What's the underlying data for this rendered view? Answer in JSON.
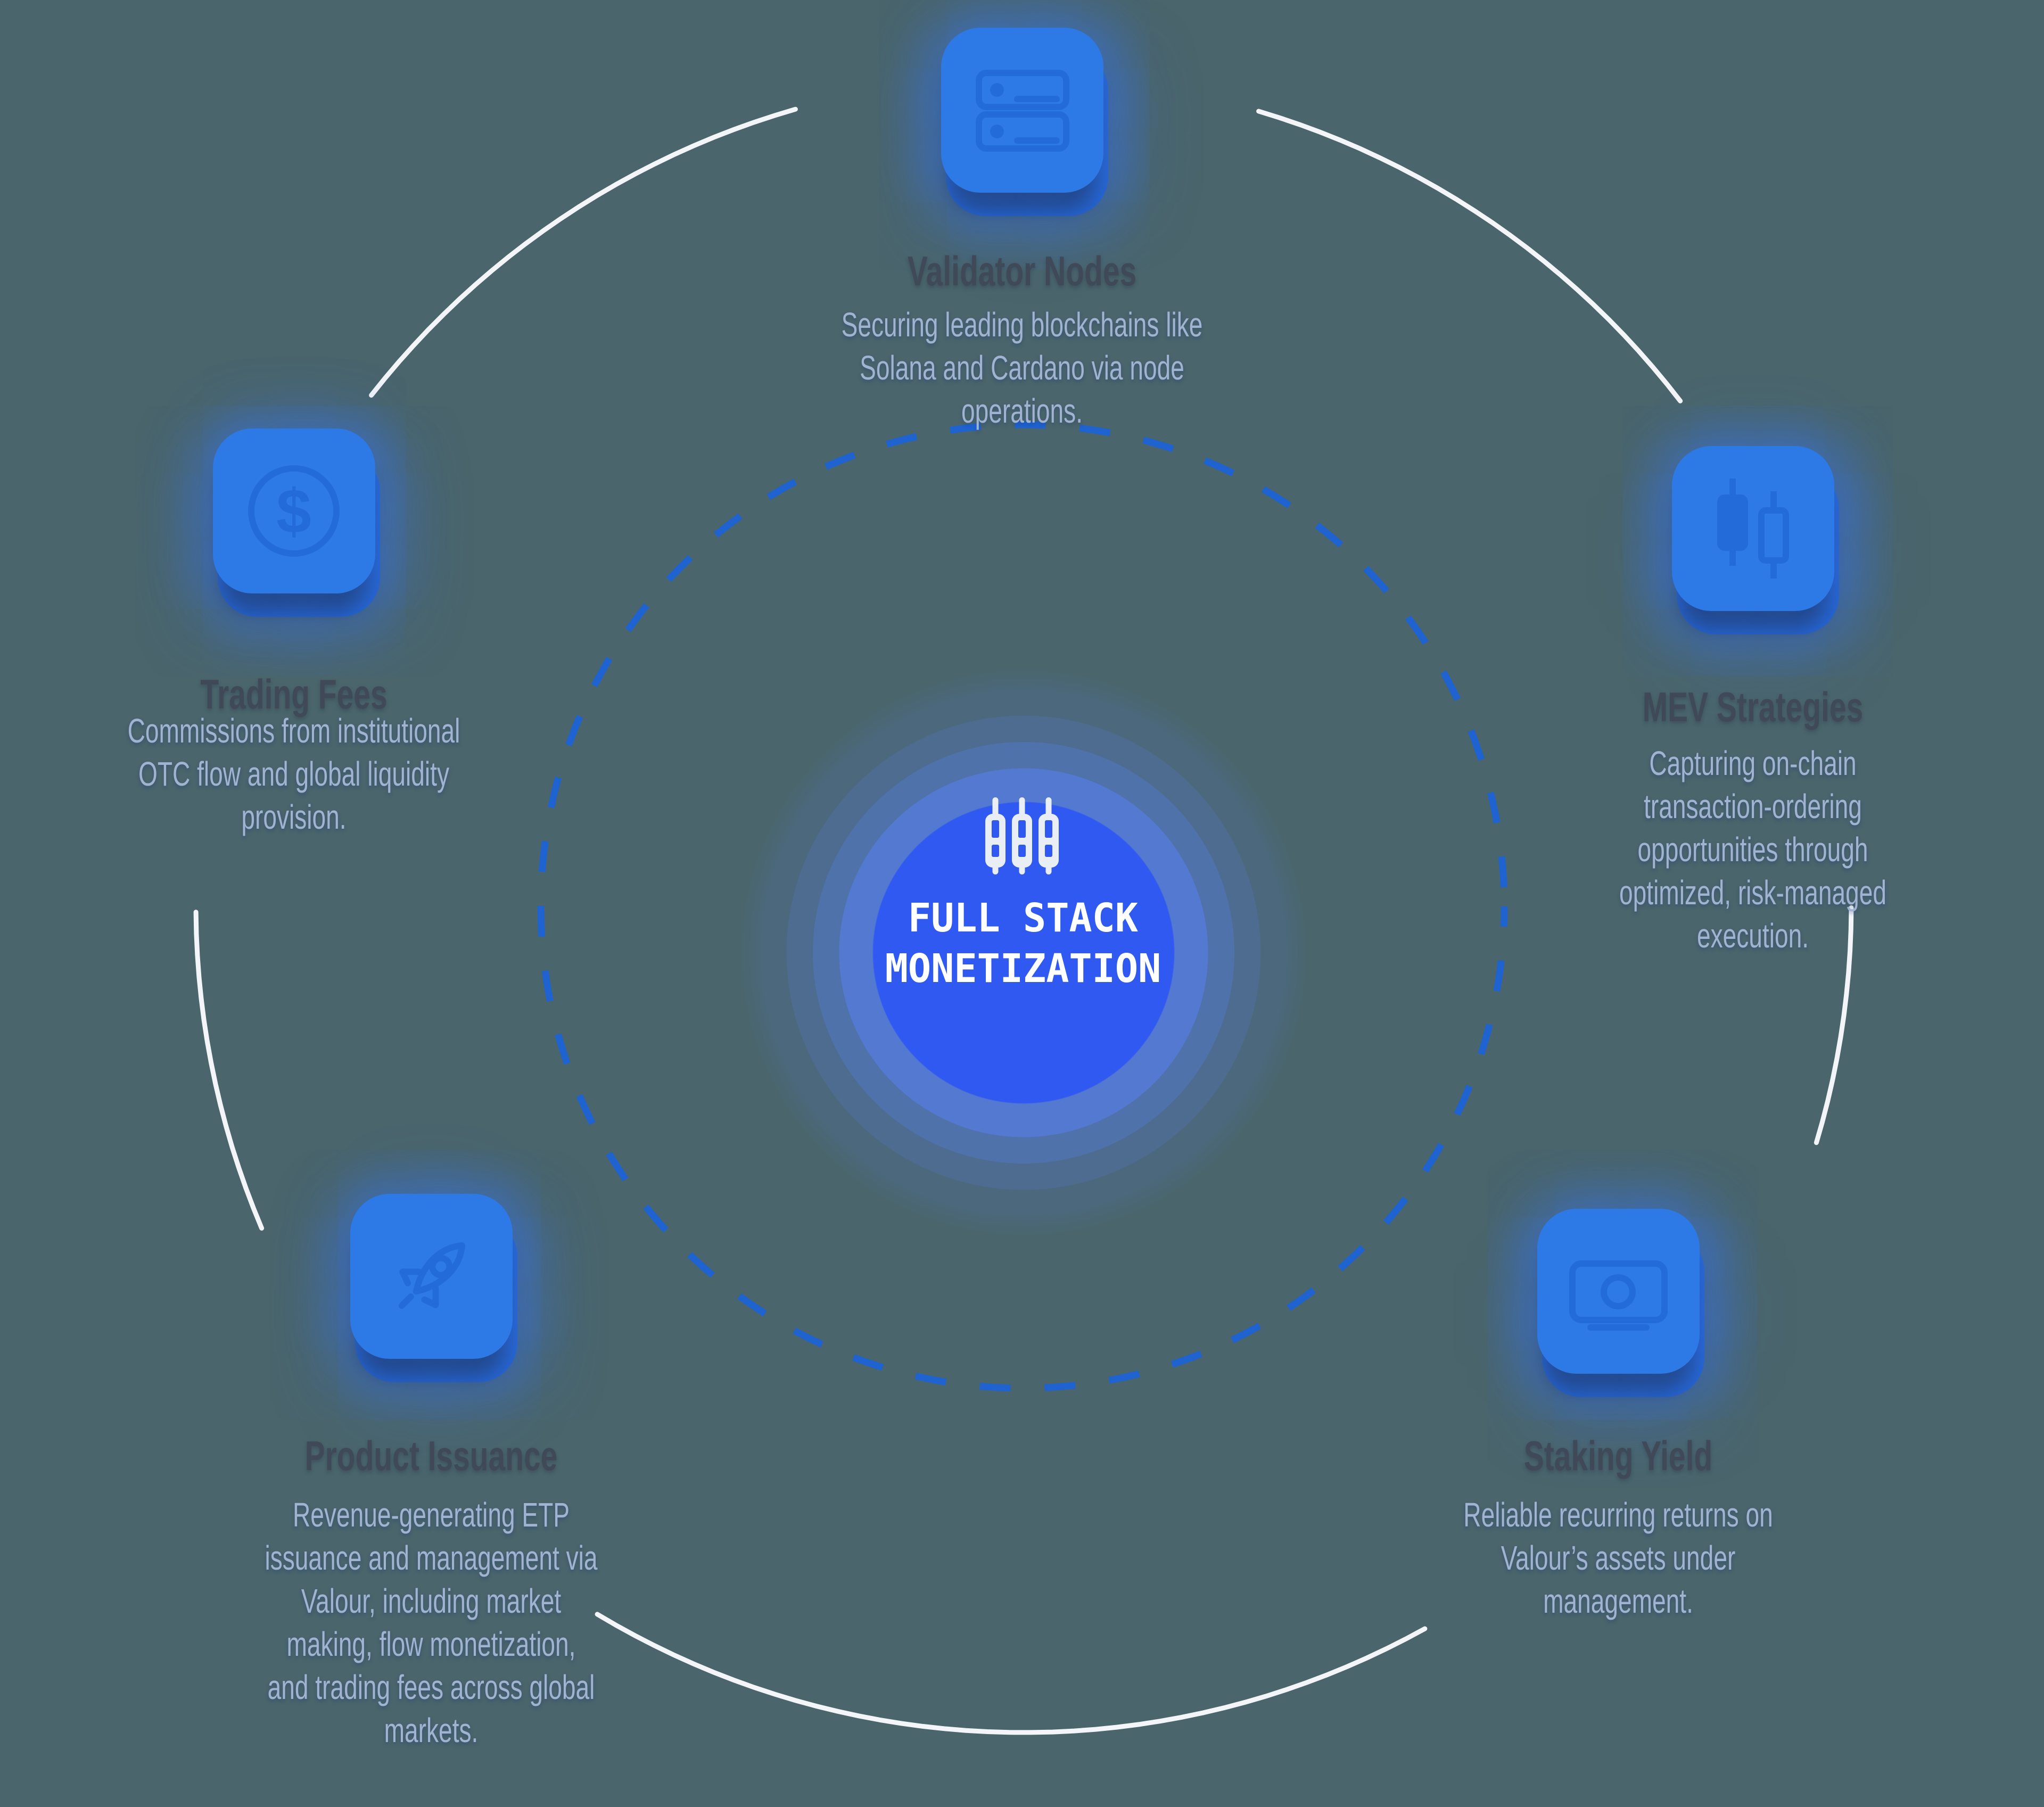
{
  "background_color": "#4a656c",
  "accent": {
    "icon_face": "#2d7ae7",
    "icon_side": "#2565d4",
    "core_circle": "#3059f2",
    "dashed_ring": "#1e63cf",
    "arc_ring": "#f3f5f9",
    "title_color": "#3f4957",
    "desc_color": "#a0b4d2"
  },
  "center": {
    "icon": "sliders-icon",
    "line1": "FULL STACK",
    "line2": "MONETIZATION"
  },
  "nodes": [
    {
      "id": "validator",
      "icon": "server-icon",
      "title": "Validator Nodes",
      "desc": [
        "Securing leading blockchains like",
        "Solana and Cardano via node",
        "operations."
      ]
    },
    {
      "id": "trading",
      "icon": "dollar-circle-icon",
      "title": "Trading Fees",
      "desc": [
        "Commissions from institutional",
        "OTC flow and global liquidity",
        "provision."
      ]
    },
    {
      "id": "mev",
      "icon": "candlestick-icon",
      "title": "MEV Strategies",
      "desc": [
        "Capturing on-chain",
        "transaction-ordering",
        "opportunities through",
        "optimized, risk-managed",
        "execution."
      ]
    },
    {
      "id": "product",
      "icon": "rocket-icon",
      "title": "Product Issuance",
      "desc": [
        "Revenue-generating ETP",
        "issuance and management via",
        "Valour, including market",
        "making, flow monetization,",
        "and trading fees across global",
        "markets."
      ]
    },
    {
      "id": "staking",
      "icon": "banknote-icon",
      "title": "Staking Yield",
      "desc": [
        "Reliable recurring returns on",
        "Valour’s assets under",
        "management."
      ]
    }
  ],
  "icon_glyphs": {
    "dollar": "$"
  }
}
